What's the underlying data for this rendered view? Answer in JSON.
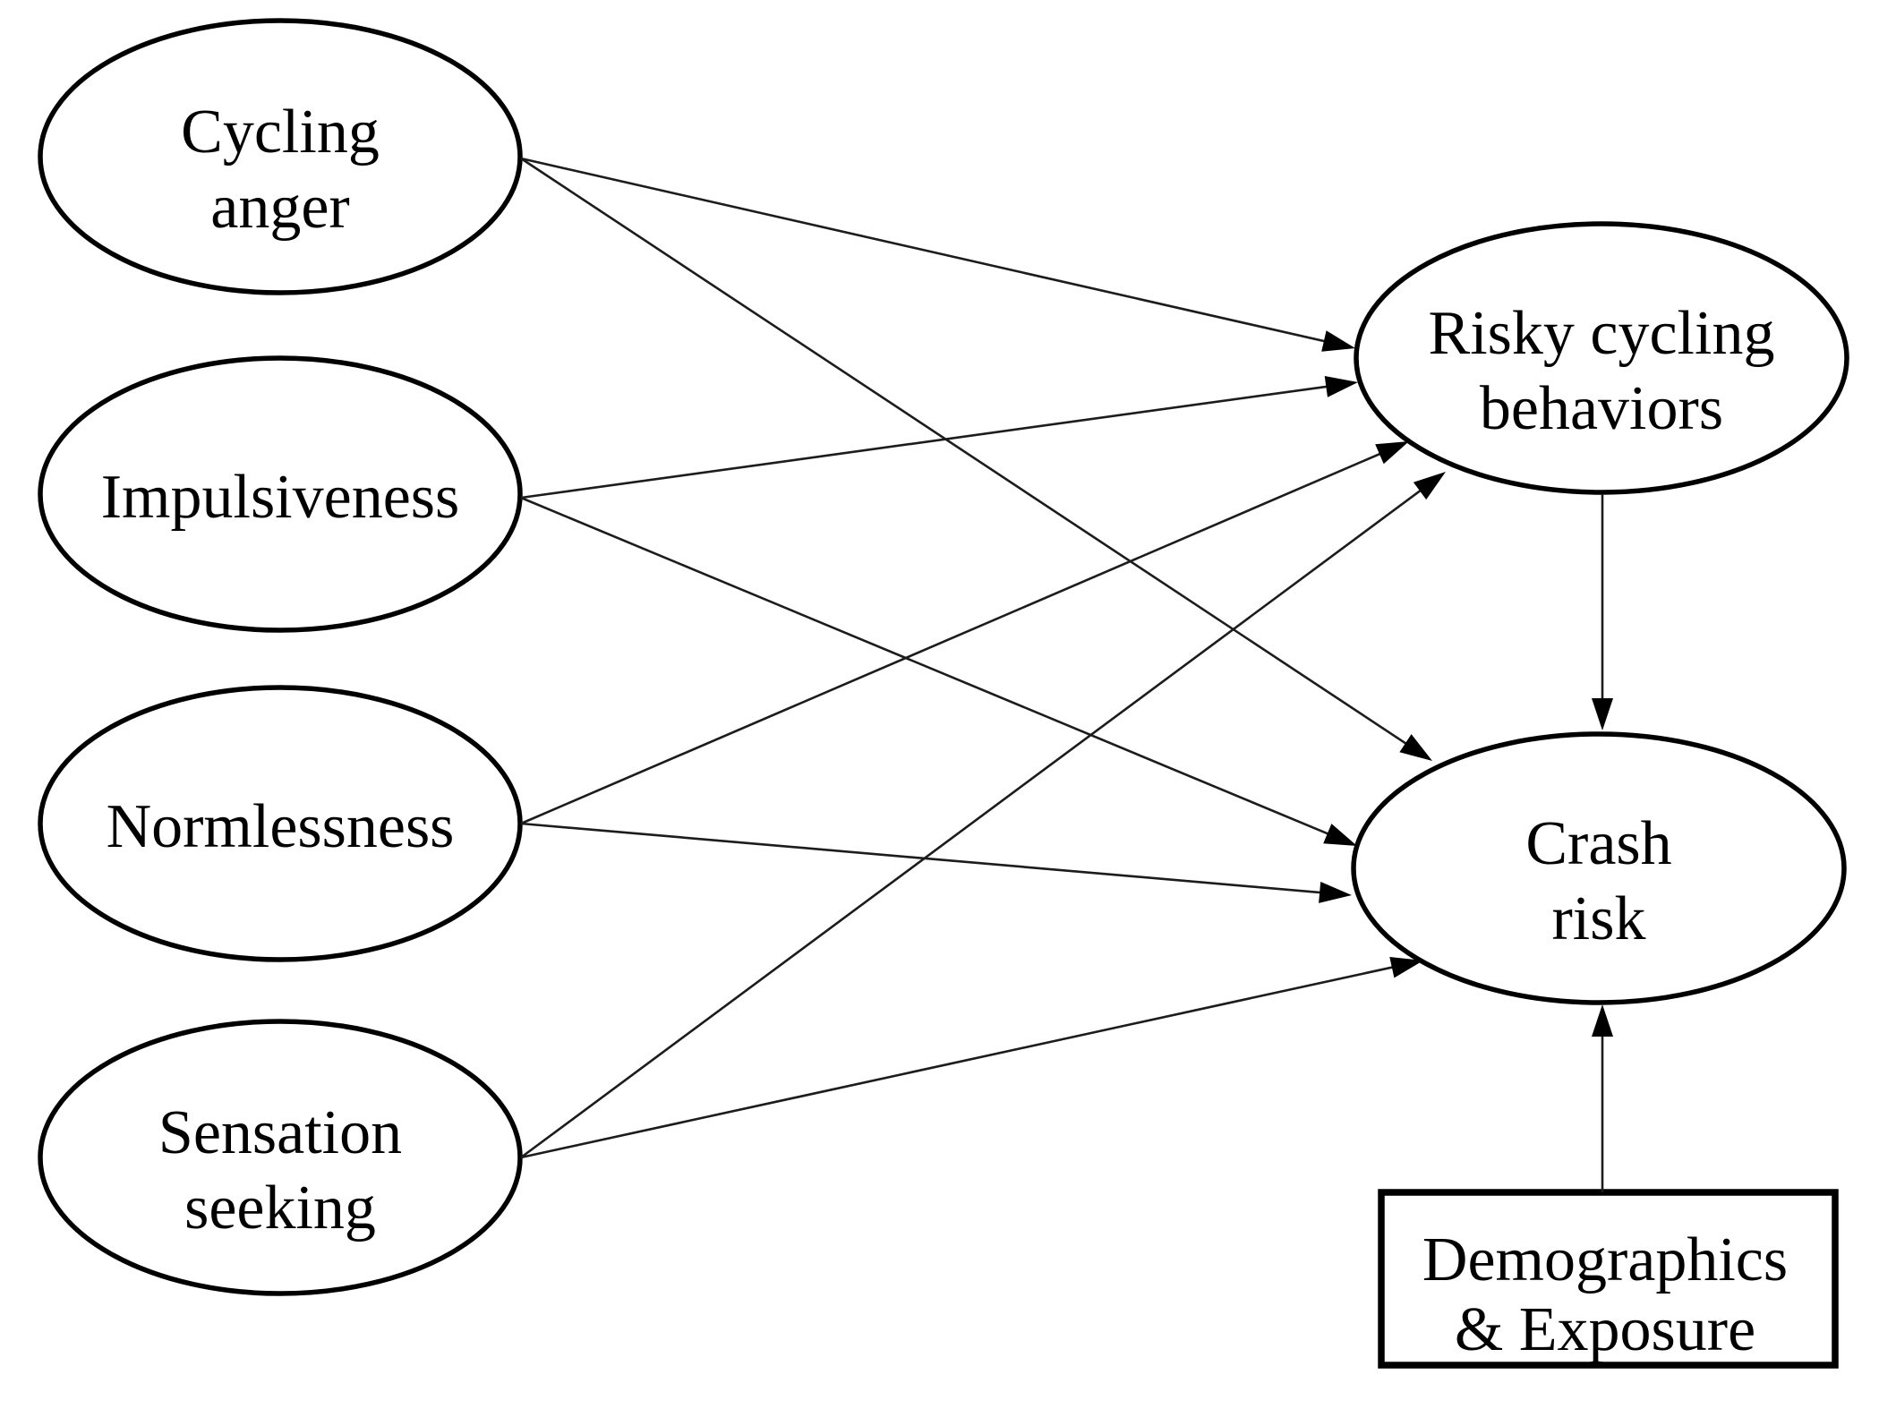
{
  "figure": {
    "background_color": "#ffffff",
    "line_color": "#000000",
    "nodes": {
      "cycling_anger": {
        "shape": "ellipse",
        "line1": "Cycling",
        "line2": "anger"
      },
      "impulsiveness": {
        "shape": "ellipse",
        "line1": "Impulsiveness",
        "line2": ""
      },
      "normlessness": {
        "shape": "ellipse",
        "line1": "Normlessness",
        "line2": ""
      },
      "sensation_seeking": {
        "shape": "ellipse",
        "line1": "Sensation",
        "line2": "seeking"
      },
      "risky_cycling_behaviors": {
        "shape": "ellipse",
        "line1": "Risky cycling",
        "line2": "behaviors"
      },
      "crash_risk": {
        "shape": "ellipse",
        "line1": "Crash",
        "line2": "risk"
      },
      "demographics_exposure": {
        "shape": "rectangle",
        "line1": "Demographics",
        "line2": "& Exposure"
      }
    },
    "edges": [
      {
        "from": "cycling_anger",
        "to": "risky_cycling_behaviors"
      },
      {
        "from": "impulsiveness",
        "to": "risky_cycling_behaviors"
      },
      {
        "from": "normlessness",
        "to": "risky_cycling_behaviors"
      },
      {
        "from": "sensation_seeking",
        "to": "risky_cycling_behaviors"
      },
      {
        "from": "cycling_anger",
        "to": "crash_risk"
      },
      {
        "from": "impulsiveness",
        "to": "crash_risk"
      },
      {
        "from": "normlessness",
        "to": "crash_risk"
      },
      {
        "from": "sensation_seeking",
        "to": "crash_risk"
      },
      {
        "from": "risky_cycling_behaviors",
        "to": "crash_risk"
      },
      {
        "from": "demographics_exposure",
        "to": "crash_risk"
      }
    ]
  }
}
